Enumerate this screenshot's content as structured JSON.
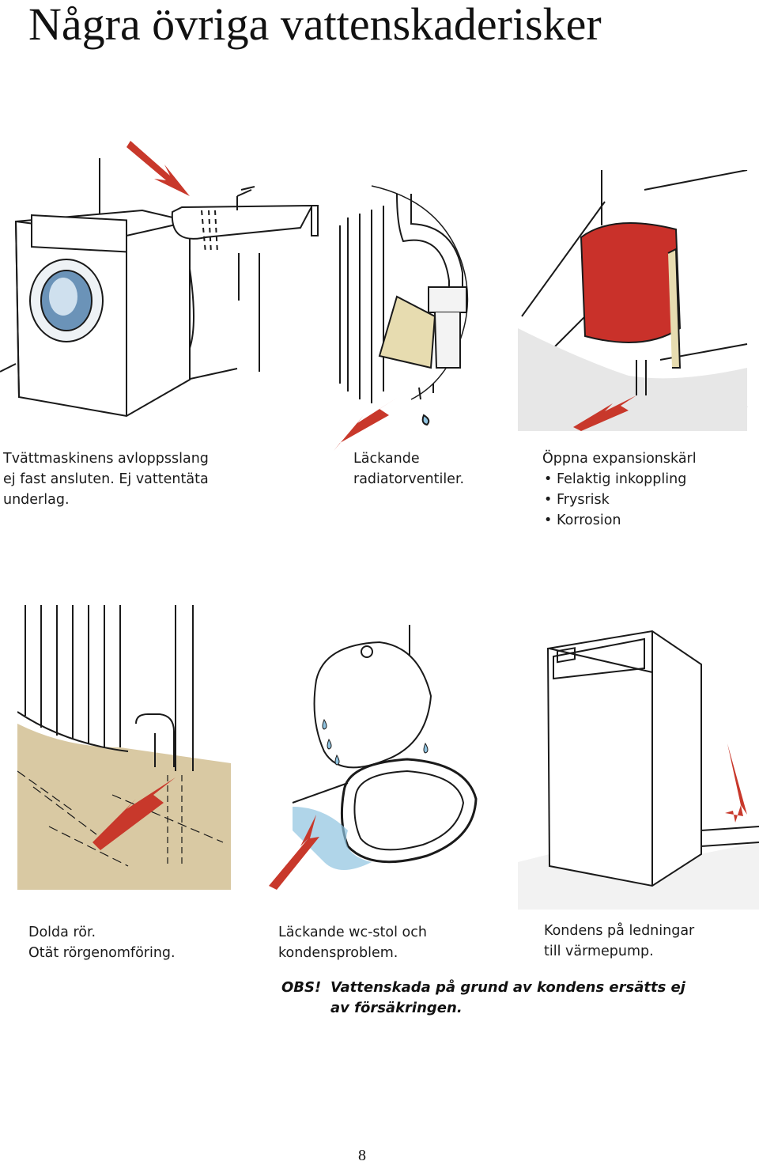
{
  "page_title": "Några övriga vattenskaderisker",
  "captions": {
    "washer": [
      "Tvättmaskinens avloppsslang",
      "ej fast ansluten. Ej vattentäta",
      "underlag."
    ],
    "radiator": [
      "Läckande",
      "radiatorventiler."
    ],
    "tank": {
      "heading": "Öppna expansionskärl",
      "bullets": [
        "Felaktig inkoppling",
        "Frysrisk",
        "Korrosion"
      ]
    },
    "pipes": [
      "Dolda rör.",
      "Otät rörgenomföring."
    ],
    "toilet": [
      "Läckande wc-stol och",
      "kondensproblem."
    ],
    "heatpump": [
      "Kondens på ledningar",
      "till värmepump."
    ]
  },
  "note": {
    "label": "OBS!",
    "text": "Vattenskada på grund av kondens ersätts ej av försäkringen."
  },
  "page_number": "8",
  "colors": {
    "arrow": "#c8382b",
    "tank": "#c9312a",
    "floor": "#d9c9a3",
    "water": "#8fc3e0",
    "outline": "#1a1a1a"
  },
  "icons": [
    "washing-machine-illustration",
    "radiator-valve-illustration",
    "expansion-tank-illustration",
    "hidden-pipes-illustration",
    "toilet-illustration",
    "heat-pump-illustration",
    "red-arrow-icon"
  ]
}
